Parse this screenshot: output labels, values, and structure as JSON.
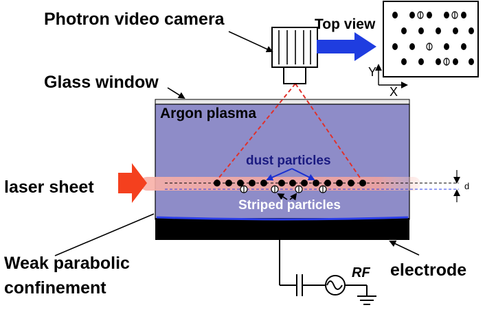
{
  "labels": {
    "camera": "Photron video camera",
    "top_view": "Top view",
    "glass_window": "Glass window",
    "argon_plasma": "Argon plasma",
    "dust_particles": "dust particles",
    "laser_sheet": "laser sheet",
    "striped_particles": "Striped particles",
    "separation": "d",
    "axis_y": "Y",
    "axis_x": "X",
    "confinement_line1": "Weak parabolic",
    "confinement_line2": "confinement",
    "electrode": "electrode",
    "rf": "RF"
  },
  "colors": {
    "plasma": "#8e8cc8",
    "laser": "#f25a3a",
    "camera_arrow": "#1f3de0",
    "electrode": "#000000",
    "view_line": "#e0302a",
    "dust_label": "#1a1a80"
  },
  "icons": {
    "camera": "video-camera-icon",
    "ground": "ground-icon",
    "ac_source": "ac-source-icon",
    "capacitor": "capacitor-icon"
  }
}
